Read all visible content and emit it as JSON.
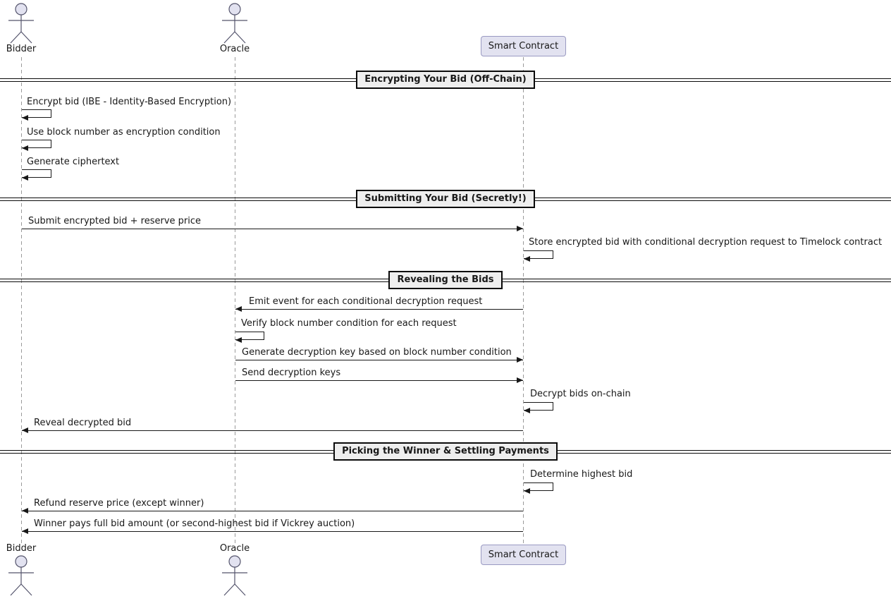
{
  "diagram_type": "uml-sequence-diagram",
  "participants": [
    {
      "label": "Bidder",
      "kind": "actor"
    },
    {
      "label": "Oracle",
      "kind": "actor"
    },
    {
      "label": "Smart Contract",
      "kind": "participant"
    }
  ],
  "sections": [
    {
      "label": "Encrypting Your Bid (Off-Chain)"
    },
    {
      "label": "Submitting Your Bid (Secretly!)"
    },
    {
      "label": "Revealing the Bids"
    },
    {
      "label": "Picking the Winner & Settling Payments"
    }
  ],
  "messages": [
    {
      "from": "Bidder",
      "to": "Bidder",
      "self": true,
      "text": "Encrypt bid (IBE - Identity-Based Encryption)"
    },
    {
      "from": "Bidder",
      "to": "Bidder",
      "self": true,
      "text": "Use block number as encryption condition"
    },
    {
      "from": "Bidder",
      "to": "Bidder",
      "self": true,
      "text": "Generate ciphertext"
    },
    {
      "from": "Bidder",
      "to": "Smart Contract",
      "self": false,
      "text": "Submit encrypted bid + reserve price"
    },
    {
      "from": "Smart Contract",
      "to": "Smart Contract",
      "self": true,
      "text": "Store encrypted bid with conditional decryption request to Timelock contract"
    },
    {
      "from": "Smart Contract",
      "to": "Oracle",
      "self": false,
      "text": "Emit event for each conditional decryption request"
    },
    {
      "from": "Oracle",
      "to": "Oracle",
      "self": true,
      "text": "Verify block number condition for each request"
    },
    {
      "from": "Oracle",
      "to": "Smart Contract",
      "self": false,
      "text": "Generate decryption key based on block number condition"
    },
    {
      "from": "Oracle",
      "to": "Smart Contract",
      "self": false,
      "text": "Send decryption keys"
    },
    {
      "from": "Smart Contract",
      "to": "Smart Contract",
      "self": true,
      "text": "Decrypt bids on-chain"
    },
    {
      "from": "Smart Contract",
      "to": "Bidder",
      "self": false,
      "text": "Reveal decrypted bid"
    },
    {
      "from": "Smart Contract",
      "to": "Smart Contract",
      "self": true,
      "text": "Determine highest bid"
    },
    {
      "from": "Smart Contract",
      "to": "Bidder",
      "self": false,
      "text": "Refund reserve price (except winner)"
    },
    {
      "from": "Smart Contract",
      "to": "Bidder",
      "self": false,
      "text": "Winner pays full bid amount (or second-highest bid if Vickrey auction)"
    }
  ],
  "colors": {
    "participant_fill": "#E2E2F0",
    "participant_border": "#9A9AC2",
    "divider_fill": "#EEEEEE",
    "line": "#181818",
    "lifeline": "#9A9A9A",
    "background": "#FFFFFF"
  }
}
